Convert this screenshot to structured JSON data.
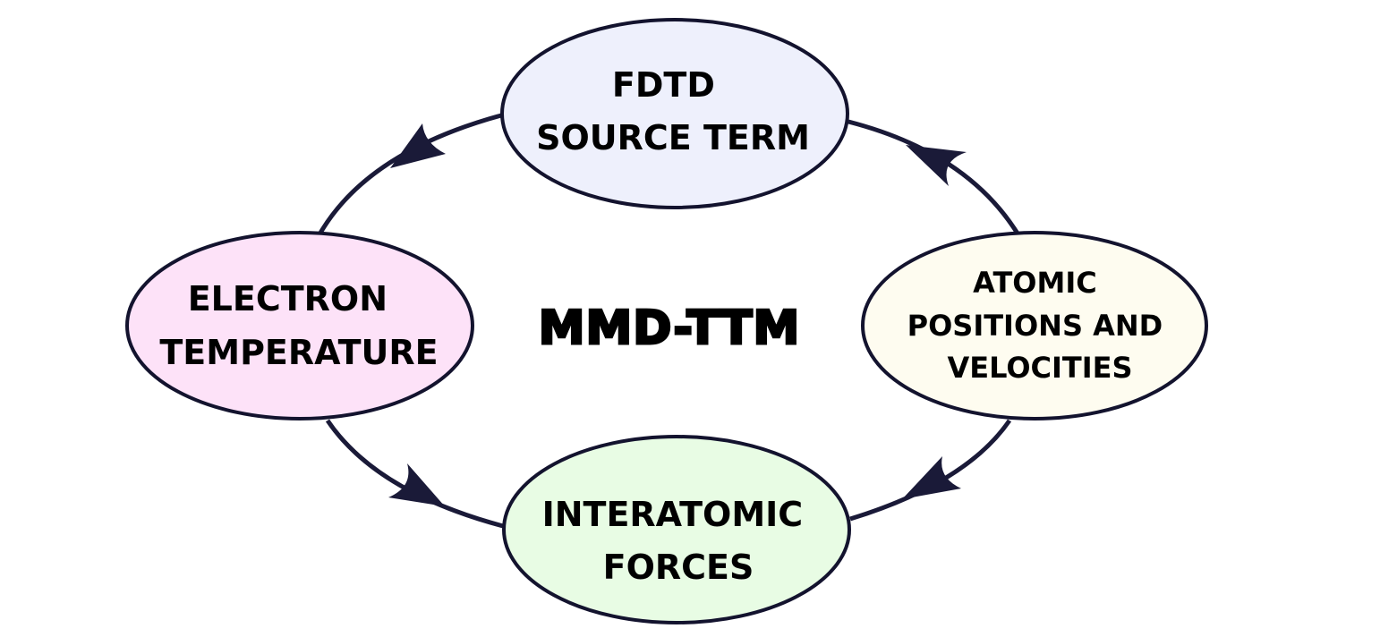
{
  "center_title": "MMD-TTM",
  "nodes": {
    "fdtd": {
      "lines": [
        "FDTD",
        "SOURCE TERM"
      ],
      "fill": "#eef0fc"
    },
    "electron": {
      "lines": [
        "ELECTRON",
        "TEMPERATURE"
      ],
      "fill": "#fde2f8"
    },
    "atomic": {
      "lines": [
        "ATOMIC",
        "POSITIONS AND",
        "VELOCITIES"
      ],
      "fill": "#fefcf0"
    },
    "forces": {
      "lines": [
        "INTERATOMIC",
        "FORCES"
      ],
      "fill": "#e8fce4"
    }
  },
  "colors": {
    "outline": "#13132e",
    "arrow": "#1a1a38"
  }
}
